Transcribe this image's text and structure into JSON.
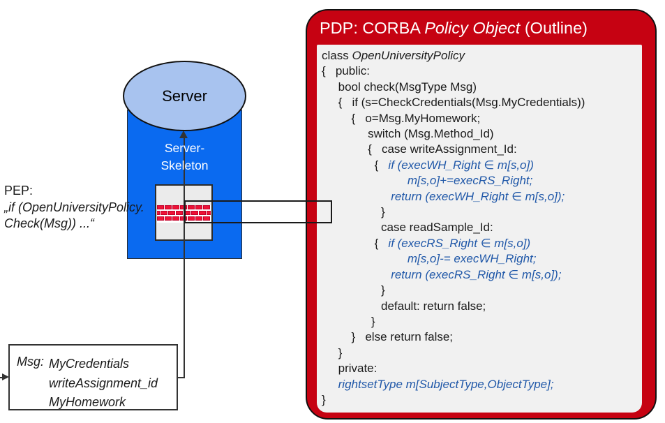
{
  "pep": {
    "label": "PEP:",
    "code_line1": "„if (OpenUniversityPolicy.",
    "code_line2": "Check(Msg)) ...“"
  },
  "server": {
    "label": "Server"
  },
  "skeleton": {
    "line1": "Server-",
    "line2": "Skeleton"
  },
  "msg": {
    "label": "Msg:",
    "items": [
      "MyCredentials",
      "writeAssignment_id",
      "MyHomework"
    ]
  },
  "firewall": {
    "icon": "brick-wall",
    "rows": 3,
    "bricks_per_row": 8
  },
  "pdp": {
    "title": [
      {
        "text": "PDP: CORBA ",
        "style": "plain"
      },
      {
        "text": "Policy Object",
        "style": "italic"
      },
      {
        "text": " (Outline)",
        "style": "plain"
      }
    ],
    "code": [
      {
        "segments": [
          {
            "text": "class ",
            "style": "plain"
          },
          {
            "text": "OpenUniversityPolicy",
            "style": "italic"
          }
        ]
      },
      {
        "segments": [
          {
            "text": "{   public:",
            "style": "plain"
          }
        ]
      },
      {
        "segments": [
          {
            "text": "     bool check(MsgType Msg)",
            "style": "plain"
          }
        ]
      },
      {
        "segments": [
          {
            "text": "     {   if (s=CheckCredentials(Msg.MyCredentials))",
            "style": "plain"
          }
        ]
      },
      {
        "segments": [
          {
            "text": "         {   o=Msg.MyHomework;",
            "style": "plain"
          }
        ]
      },
      {
        "segments": [
          {
            "text": "              switch (Msg.Method_Id)",
            "style": "plain"
          }
        ]
      },
      {
        "segments": [
          {
            "text": "              {   case writeAssignment_Id:",
            "style": "plain"
          }
        ]
      },
      {
        "segments": [
          {
            "text": "                {   ",
            "style": "plain"
          },
          {
            "text": "if (execWH_Right ∈ m[s,o])",
            "style": "blue"
          }
        ]
      },
      {
        "segments": [
          {
            "text": "                          ",
            "style": "plain"
          },
          {
            "text": "m[s,o]+=execRS_Right;",
            "style": "blue"
          }
        ]
      },
      {
        "segments": [
          {
            "text": "                     ",
            "style": "plain"
          },
          {
            "text": "return (execWH_Right ∈ m[s,o]);",
            "style": "blue"
          }
        ]
      },
      {
        "segments": [
          {
            "text": "                  }",
            "style": "plain"
          }
        ]
      },
      {
        "segments": [
          {
            "text": "                  case readSample_Id:",
            "style": "plain"
          }
        ]
      },
      {
        "segments": [
          {
            "text": "                {   ",
            "style": "plain"
          },
          {
            "text": "if (execRS_Right ∈ m[s,o])",
            "style": "blue"
          }
        ]
      },
      {
        "segments": [
          {
            "text": "                          ",
            "style": "plain"
          },
          {
            "text": "m[s,o]-= execWH_Right;",
            "style": "blue"
          }
        ]
      },
      {
        "segments": [
          {
            "text": "                     ",
            "style": "plain"
          },
          {
            "text": "return (execRS_Right ∈ m[s,o]);",
            "style": "blue"
          }
        ]
      },
      {
        "segments": [
          {
            "text": "                  }",
            "style": "plain"
          }
        ]
      },
      {
        "segments": [
          {
            "text": "                  default: return false;",
            "style": "plain"
          }
        ]
      },
      {
        "segments": [
          {
            "text": "               }",
            "style": "plain"
          }
        ]
      },
      {
        "segments": [
          {
            "text": "         }   else return false;",
            "style": "plain"
          }
        ]
      },
      {
        "segments": [
          {
            "text": "     }",
            "style": "plain"
          }
        ]
      },
      {
        "segments": [
          {
            "text": "     private:",
            "style": "plain"
          }
        ]
      },
      {
        "segments": [
          {
            "text": "     ",
            "style": "plain"
          },
          {
            "text": "rightsetType m[SubjectType,ObjectType];",
            "style": "blue"
          }
        ]
      },
      {
        "segments": [
          {
            "text": "}",
            "style": "plain"
          }
        ]
      }
    ]
  },
  "colors": {
    "pdp_red": "#C60212",
    "brick_red": "#EE1236",
    "brick_border": "#C2012B",
    "skeleton_blue": "#0A6AF0",
    "server_fill": "#A8C3EF",
    "code_blue": "#1F57A8",
    "code_bg": "#F1F1F1",
    "line": "#333333"
  }
}
